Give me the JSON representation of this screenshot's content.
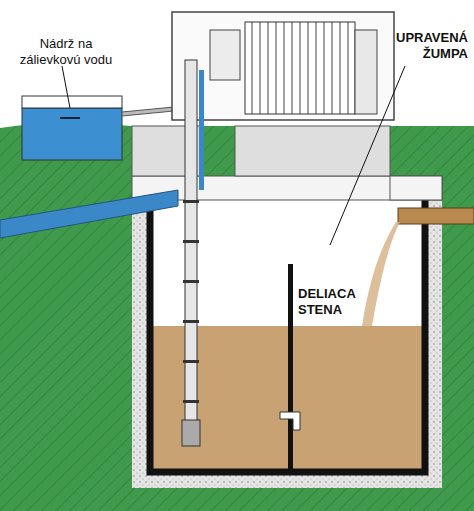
{
  "diagram": {
    "labels": [
      "Nádrž na zálievkovú vodu",
      "UPRAVENÁ ŽUMPA",
      "DELIACA STENA"
    ]
  }
}
